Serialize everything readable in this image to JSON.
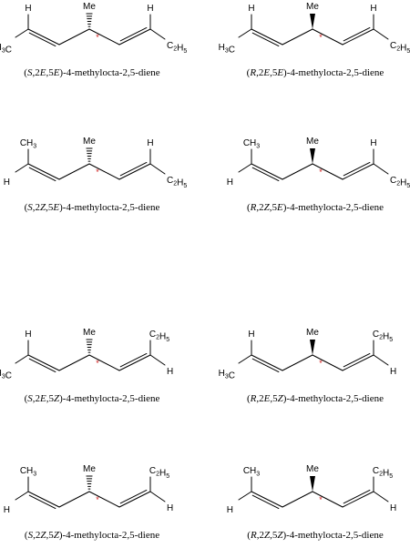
{
  "stereo_mark": "*",
  "star_color": "#d11a1a",
  "structures": [
    {
      "descriptor": "S,2E,5E",
      "suffix": "-4-methylocta-2,5-diene",
      "top_left": "H",
      "bottom_left": "H3C",
      "methyl": "Me",
      "methyl_bond": "hash",
      "top_right": "H",
      "bottom_right": "C2H5"
    },
    {
      "descriptor": "R,2E,5E",
      "suffix": "-4-methylocta-2,5-diene",
      "top_left": "H",
      "bottom_left": "H3C",
      "methyl": "Me",
      "methyl_bond": "wedge",
      "top_right": "H",
      "bottom_right": "C2H5"
    },
    {
      "descriptor": "S,2Z,5E",
      "suffix": "-4-methylocta-2,5-diene",
      "top_left": "CH3",
      "bottom_left": "H",
      "methyl": "Me",
      "methyl_bond": "hash",
      "top_right": "H",
      "bottom_right": "C2H5"
    },
    {
      "descriptor": "R,2Z,5E",
      "suffix": "-4-methylocta-2,5-diene",
      "top_left": "CH3",
      "bottom_left": "H",
      "methyl": "Me",
      "methyl_bond": "wedge",
      "top_right": "H",
      "bottom_right": "C2H5"
    },
    {
      "descriptor": "S,2E,5Z",
      "suffix": "-4-methylocta-2,5-diene",
      "top_left": "H",
      "bottom_left": "H3C",
      "methyl": "Me",
      "methyl_bond": "hash",
      "top_right": "C2H5",
      "bottom_right": "H"
    },
    {
      "descriptor": "R,2E,5Z",
      "suffix": "-4-methylocta-2,5-diene",
      "top_left": "H",
      "bottom_left": "H3C",
      "methyl": "Me",
      "methyl_bond": "wedge",
      "top_right": "C2H5",
      "bottom_right": "H"
    },
    {
      "descriptor": "S,2Z,5Z",
      "suffix": "-4-methylocta-2,5-diene",
      "top_left": "CH3",
      "bottom_left": "H",
      "methyl": "Me",
      "methyl_bond": "hash",
      "top_right": "C2H5",
      "bottom_right": "H"
    },
    {
      "descriptor": "R,2Z,5Z",
      "suffix": "-4-methylocta-2,5-diene",
      "top_left": "CH3",
      "bottom_left": "H",
      "methyl": "Me",
      "methyl_bond": "wedge",
      "top_right": "C2H5",
      "bottom_right": "H"
    }
  ]
}
